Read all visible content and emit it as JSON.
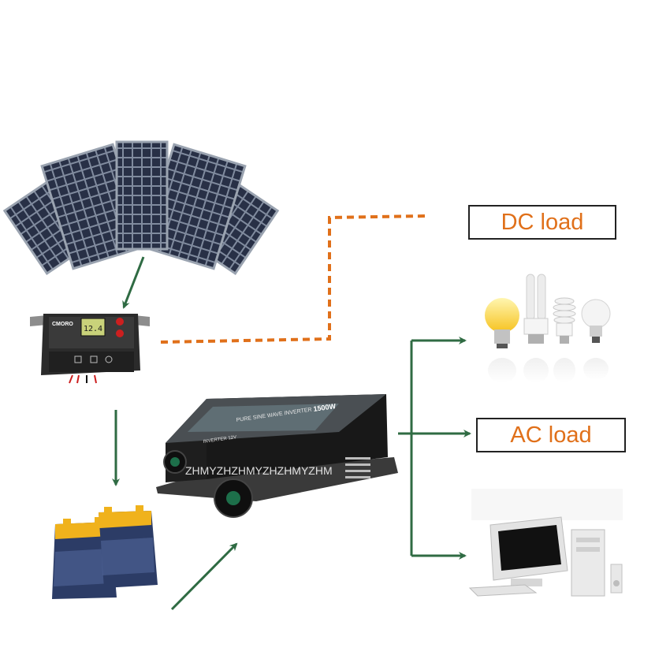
{
  "labels": {
    "dc_load": "DC load",
    "ac_load": "AC load"
  },
  "controller": {
    "brand": "CMORO",
    "lcd_reading": "12.4"
  },
  "inverter": {
    "title": "PURE SINE WAVE INVERTER",
    "power": "1500W",
    "model": "INVERTER 12V"
  },
  "watermark": "ZHMYZHZHMYZHZHMYZHM",
  "colors": {
    "label_text": "#e0701a",
    "dc_line": "#e0701a",
    "arrows": "#2f6b43",
    "panel": "#283046",
    "panel_frame": "#9aa3b0",
    "inverter_body": "#1e1e1e",
    "inverter_face": "#5f6e74",
    "battery_case": "#2c3c66",
    "battery_top": "#f0b21c",
    "bulb_yellow": "#f6c21f"
  },
  "icons": [
    "solar-panel-icon",
    "charge-controller-icon",
    "battery-icon",
    "inverter-icon",
    "light-bulb-icon",
    "cfl-bulb-icon",
    "computer-icon"
  ]
}
